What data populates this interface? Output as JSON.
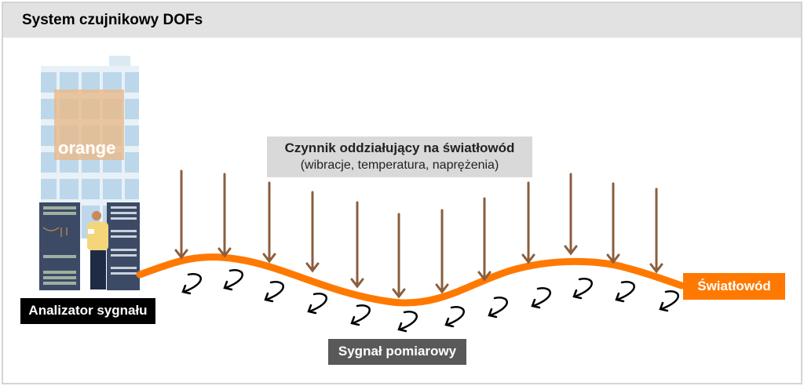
{
  "title": "System czujnikowy DOFs",
  "factor": {
    "title": "Czynnik oddziałujący na światłowód",
    "subtitle": "(wibracje, temperatura, naprężenia)"
  },
  "fiber_label": "Światłowód",
  "analyzer_label": "Analizator sygnału",
  "signal_label": "Sygnał pomiarowy",
  "logo_text": "orange",
  "colors": {
    "fiber": "#ff7900",
    "force_arrow": "#8b5e3c",
    "signal_arrow": "#000000",
    "title_bg": "#e2e2e2"
  }
}
